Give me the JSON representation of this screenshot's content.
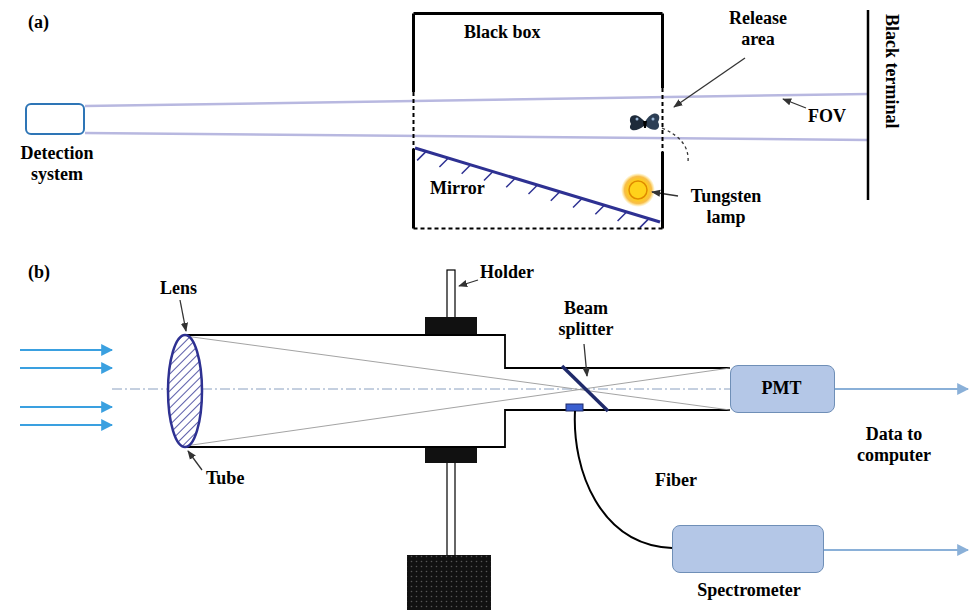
{
  "diagram": {
    "nodes": [
      {
        "text": [
          "Detection system"
        ]
      },
      {
        "text": [
          "Black box"
        ]
      },
      {
        "text": [
          "PMT"
        ]
      },
      {
        "text": [
          "Spectrometer"
        ]
      }
    ],
    "labels": [
      "(a)",
      "Release area",
      "Black terminal",
      "Mirror",
      "Tungsten lamp",
      "FOV",
      "(b)",
      "Lens",
      "Holder",
      "Beam splitter",
      "Data to computer",
      "Fiber",
      "Tube"
    ]
  }
}
